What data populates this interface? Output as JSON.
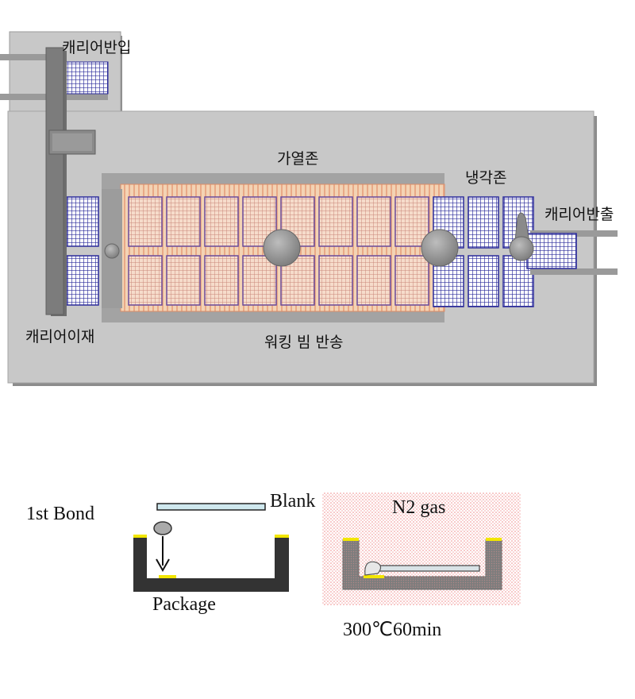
{
  "furnace": {
    "label_carrier_in": "캐리어반입",
    "label_heating_zone": "가열존",
    "label_cooling_zone": "냉각존",
    "label_carrier_out": "캐리어반출",
    "label_carrier_transfer": "캐리어이재",
    "label_walking_beam": "워킹 빔 반송"
  },
  "process": {
    "label_first_bond": "1st Bond",
    "label_blank": "Blank",
    "label_package": "Package",
    "label_gas": "N2 gas",
    "label_condition": "300℃60min"
  },
  "colors": {
    "machine_body": "#c8c8c8",
    "machine_shadow": "#8c8c8c",
    "carrier_grid": "#2a2a9a",
    "heating_zone_tint": "#f3c9a4",
    "package": "#333333",
    "solder": "#f2e600",
    "gas_area": "#f6c8c8",
    "blank": "#cfe8ee"
  }
}
